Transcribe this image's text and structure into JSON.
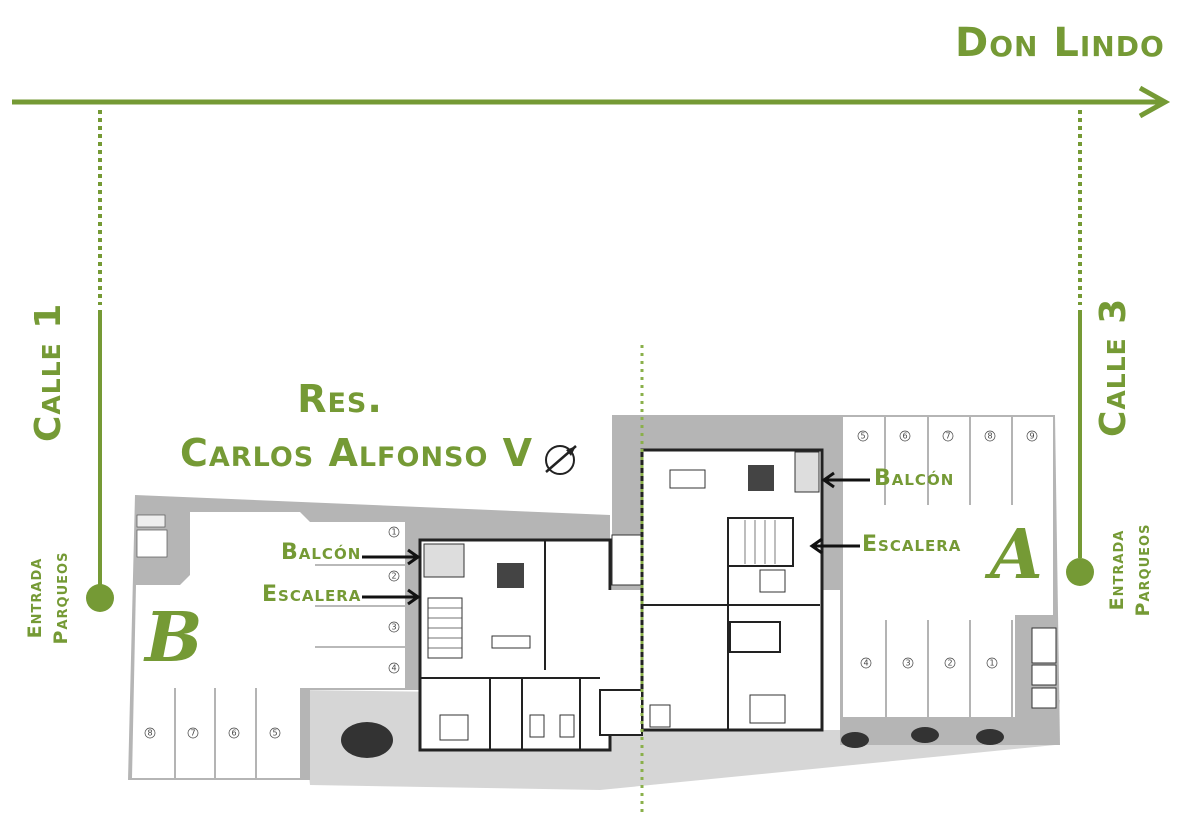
{
  "title": "Don Lindo",
  "streets": {
    "left": "Calle 1",
    "right": "Calle 3"
  },
  "entrances": {
    "left_line1": "Entrada",
    "left_line2": "Parqueos",
    "right_line1": "Entrada",
    "right_line2": "Parqueos"
  },
  "residence": {
    "line1": "Res.",
    "line2": "Carlos Alfonso V"
  },
  "callouts": {
    "balcon_left": "Balcón",
    "escalera_left": "Escalera",
    "balcon_right": "Balcón",
    "escalera_right": "Escalera"
  },
  "blocks": {
    "a": "A",
    "b": "B"
  },
  "parking": {
    "b_side": [
      "1",
      "2",
      "3",
      "4"
    ],
    "b_bottom": [
      "8",
      "7",
      "6",
      "5"
    ],
    "a_top": [
      "5",
      "6",
      "7",
      "8",
      "9"
    ],
    "a_bottom": [
      "4",
      "3",
      "2",
      "1"
    ]
  },
  "colors": {
    "accent": "#759a35",
    "wall": "#b5b5b5",
    "ink": "#222222"
  }
}
